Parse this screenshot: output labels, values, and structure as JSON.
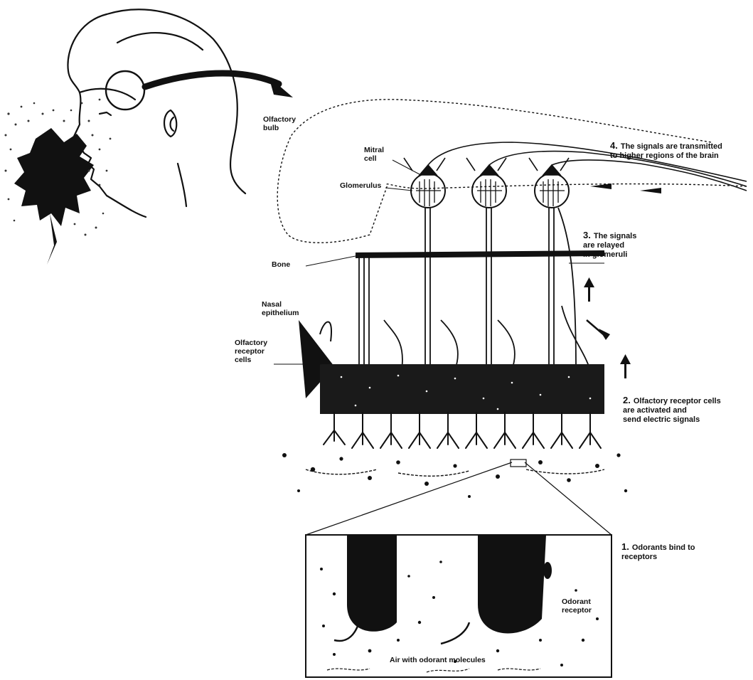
{
  "labels": {
    "olfactory_bulb": "Olfactory\nbulb",
    "mitral_cell": "Mitral\ncell",
    "glomerulus": "Glomerulus",
    "bone": "Bone",
    "nasal_epithelium": "Nasal\nepithelium",
    "olfactory_receptor_cells": "Olfactory\nreceptor\ncells",
    "odorant_receptor": "Odorant\nreceptor",
    "air_with_odorant_molecules": "Air with odorant molecules"
  },
  "steps": [
    {
      "num": "1.",
      "text": "Odorants bind to\nreceptors"
    },
    {
      "num": "2.",
      "text": "Olfactory receptor cells\nare activated and\nsend electric signals"
    },
    {
      "num": "3.",
      "text": "The signals\nare relayed\nin glomeruli"
    },
    {
      "num": "4.",
      "text": "The signals are transmitted\nto higher regions of the brain"
    }
  ]
}
